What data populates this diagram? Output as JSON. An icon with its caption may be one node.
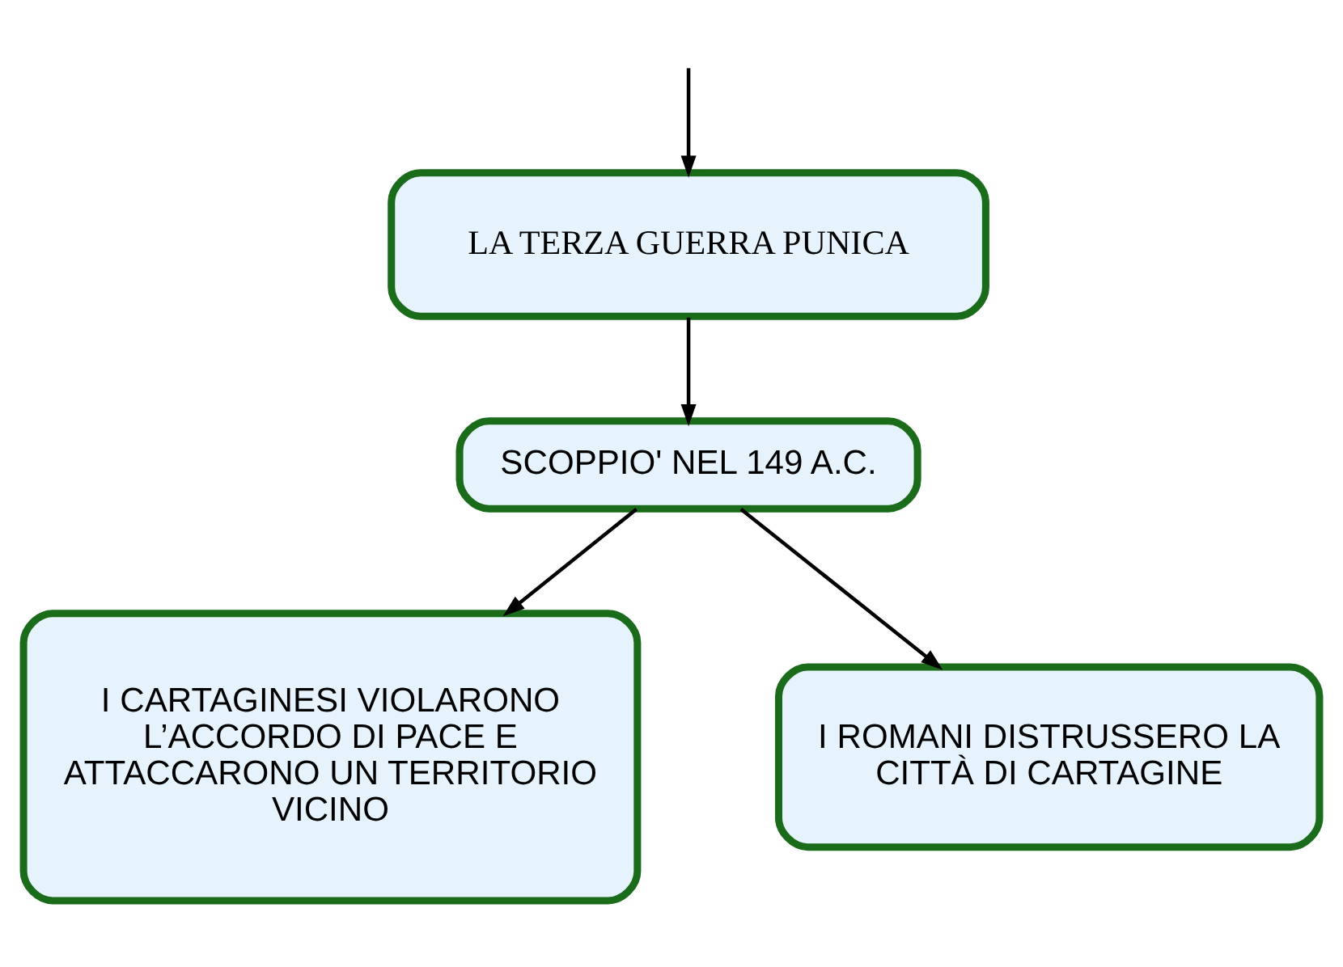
{
  "diagram": {
    "nodes": [
      {
        "text": [
          "LA TERZA GUERRA PUNICA"
        ]
      },
      {
        "text": [
          "SCOPPIO' NEL 149 A.C."
        ]
      },
      {
        "text": [
          "I CARTAGINESI VIOLARONO L’ACCORDO DI PACE E ATTACCARONO UN TERRITORIO VICINO"
        ]
      },
      {
        "text": [
          "I ROMANI DISTRUSSERO LA CITTÀ DI CARTAGINE"
        ]
      }
    ],
    "edges": [
      {
        "from": null,
        "to": 0,
        "arrow": "to"
      },
      {
        "from": 0,
        "to": 1,
        "arrow": "to"
      },
      {
        "from": 1,
        "to": 2,
        "arrow": "to"
      },
      {
        "from": 1,
        "to": 3,
        "arrow": "to"
      }
    ]
  }
}
